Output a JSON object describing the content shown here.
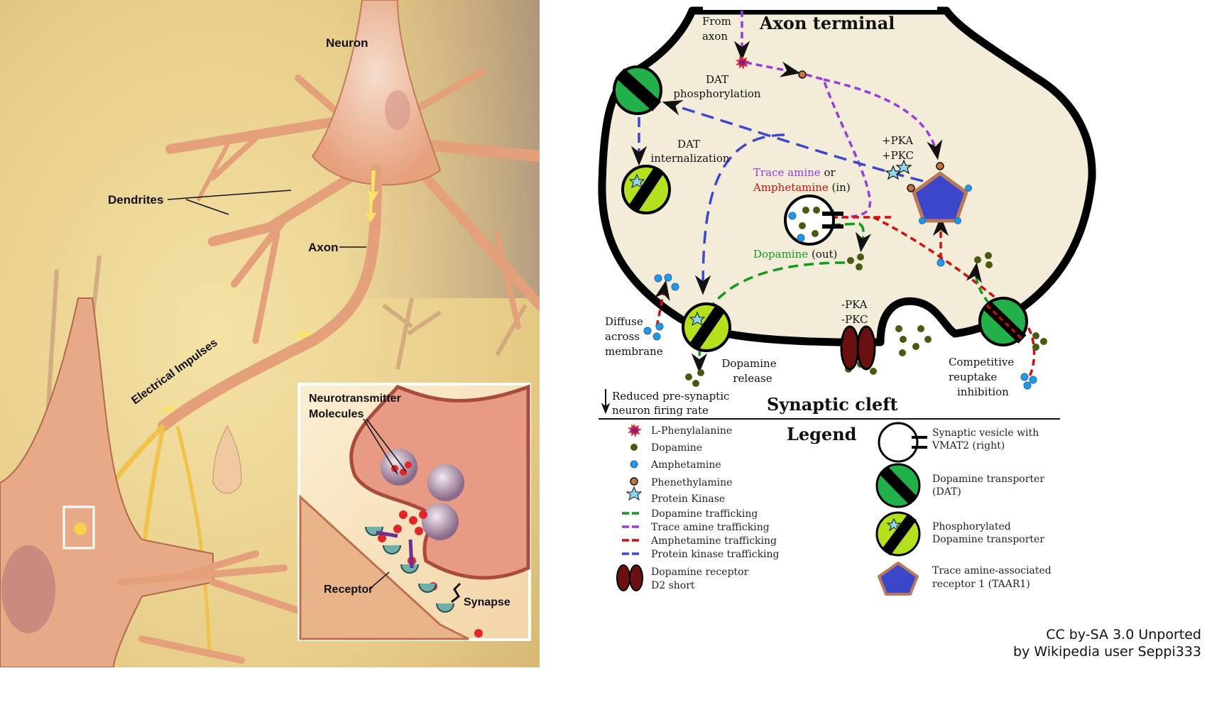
{
  "left_illustration": {
    "labels": {
      "neuron": "Neuron",
      "dendrites": "Dendrites",
      "axon": "Axon",
      "electrical_impulses": "Electrical Impulses",
      "neurotransmitter": "Neurotransmitter",
      "molecules": "Molecules",
      "receptor": "Receptor",
      "synapse": "Synapse"
    },
    "colors": {
      "background": "#e8cf8a",
      "neuron_body": "#e8a27a",
      "neuron_outline": "#a8553a",
      "impulse": "#f5c42a",
      "inset_background": "#f7e3bd",
      "molecule": "#e0262a",
      "receptor": "#6fb0a8"
    }
  },
  "right_diagram": {
    "titles": {
      "axon_terminal": "Axon terminal",
      "synaptic_cleft": "Synaptic cleft",
      "legend": "Legend"
    },
    "annotations": {
      "from_axon_1": "From",
      "from_axon_2": "axon",
      "dat_phos_1": "DAT",
      "dat_phos_2": "phosphorylation",
      "dat_int_1": "DAT",
      "dat_int_2": "internalization",
      "pka_plus": "+PKA",
      "pkc_plus": "+PKC",
      "trace_amine": "Trace amine",
      "or": " or",
      "amphetamine": "Amphetamine",
      "in": " (in)",
      "dopamine": "Dopamine",
      "out": " (out)",
      "diffuse_1": "Diffuse",
      "diffuse_2": "across",
      "diffuse_3": "membrane",
      "release_1": "Dopamine",
      "release_2": "release",
      "pka_minus": "-PKA",
      "pkc_minus": "-PKC",
      "competitive_1": "Competitive",
      "competitive_2": "reuptake",
      "competitive_3": "inhibition",
      "reduced_1": "Reduced pre-synaptic",
      "reduced_2": "neuron firing rate"
    },
    "legend_left": [
      {
        "icon": "l-phenylalanine-icon",
        "label": "L-Phenylalanine"
      },
      {
        "icon": "dopamine-icon",
        "label": "Dopamine"
      },
      {
        "icon": "amphetamine-icon",
        "label": "Amphetamine"
      },
      {
        "icon": "phenethylamine-icon",
        "label": "Phenethylamine"
      },
      {
        "icon": "protein-kinase-icon",
        "label": "Protein Kinase"
      },
      {
        "icon": "dopamine-trafficking-line",
        "label": "Dopamine trafficking"
      },
      {
        "icon": "trace-amine-trafficking-line",
        "label": "Trace amine trafficking"
      },
      {
        "icon": "amphetamine-trafficking-line",
        "label": "Amphetamine trafficking"
      },
      {
        "icon": "protein-kinase-trafficking-line",
        "label": "Protein kinase trafficking"
      },
      {
        "icon": "dopamine-receptor-icon",
        "label": "Dopamine receptor",
        "label2": "D2 short"
      }
    ],
    "legend_right": [
      {
        "icon": "synaptic-vesicle-icon",
        "label": "Synaptic vesicle with",
        "label2": "VMAT2 (right)"
      },
      {
        "icon": "dat-icon",
        "label": "Dopamine transporter",
        "label2": "(DAT)"
      },
      {
        "icon": "phosphorylated-dat-icon",
        "label": "Phosphorylated",
        "label2": "Dopamine transporter"
      },
      {
        "icon": "taar1-icon",
        "label": "Trace amine-associated",
        "label2": "receptor 1 (TAAR1)"
      }
    ],
    "colors": {
      "terminal_fill": "#f3ecd8",
      "membrane": "#000000",
      "dopamine": "#4a5a10",
      "amphetamine": "#1e9be8",
      "phenethylamine": "#c8743a",
      "l_phenylalanine": "#8a1a8a",
      "protein_kinase": "#8fd6ee",
      "dopamine_line": "#139a1e",
      "trace_amine_line": "#9a3cdc",
      "amphetamine_line": "#d40d0d",
      "protein_kinase_line": "#3c48d0",
      "dat": "#22b04a",
      "phosphorylated_dat": "#b4e01e",
      "taar1": "#3c46c8",
      "taar1_border": "#b87a5a",
      "d2_receptor": "#6a1010"
    }
  },
  "credit": {
    "line1": "CC by-SA 3.0 Unported",
    "line2": "by Wikipedia user Seppi333"
  }
}
